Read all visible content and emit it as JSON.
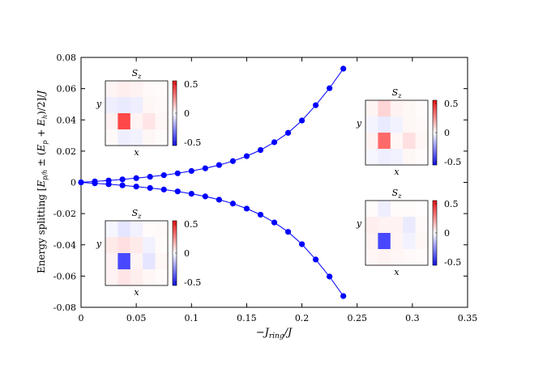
{
  "chart_data": {
    "type": "scatter",
    "xlabel": "−J_ring/J",
    "ylabel": "Energy splitting [E_p/h ± (E_p + E_h)/2]/J",
    "xlim": [
      0,
      0.35
    ],
    "ylim": [
      -0.08,
      0.08
    ],
    "xticks": [
      0,
      0.05,
      0.1,
      0.15,
      0.2,
      0.25,
      0.3,
      0.35
    ],
    "xtick_labels": [
      "0",
      "0.05",
      "0.1",
      "0.15",
      "0.2",
      "0.25",
      "0.3",
      "0.35"
    ],
    "yticks": [
      -0.08,
      -0.06,
      -0.04,
      -0.02,
      0,
      0.02,
      0.04,
      0.06,
      0.08
    ],
    "ytick_labels": [
      "-0.08",
      "-0.06",
      "-0.04",
      "-0.02",
      "0",
      "0.02",
      "0.04",
      "0.06",
      "0.08"
    ],
    "grid": false,
    "series_color": "#0000ff",
    "series": [
      {
        "x": [
          0,
          0.0125,
          0.025,
          0.0375,
          0.05,
          0.0625,
          0.075,
          0.0875,
          0.1,
          0.1125,
          0.125,
          0.1375,
          0.15,
          0.1625,
          0.175,
          0.1875,
          0.2,
          0.2125,
          0.225,
          0.2375
        ],
        "values": [
          0,
          0.0006,
          0.0012,
          0.0019,
          0.0027,
          0.0036,
          0.0046,
          0.0058,
          0.0073,
          0.009,
          0.0111,
          0.0136,
          0.0168,
          0.0207,
          0.0257,
          0.0317,
          0.0396,
          0.0494,
          0.0603,
          0.0728
        ]
      },
      {
        "x": [
          0,
          0.0125,
          0.025,
          0.0375,
          0.05,
          0.0625,
          0.075,
          0.0875,
          0.1,
          0.1125,
          0.125,
          0.1375,
          0.15,
          0.1625,
          0.175,
          0.1875,
          0.2,
          0.2125,
          0.225,
          0.2375
        ],
        "values": [
          0,
          -0.0006,
          -0.0012,
          -0.0019,
          -0.0027,
          -0.0036,
          -0.0046,
          -0.0058,
          -0.0073,
          -0.009,
          -0.0111,
          -0.0136,
          -0.0168,
          -0.0207,
          -0.0257,
          -0.0317,
          -0.0396,
          -0.0494,
          -0.0603,
          -0.0728
        ]
      }
    ],
    "insets": [
      {
        "title": "S_z",
        "xlabel": "x",
        "ylabel": "y",
        "colorbar_ticks": [
          "0.5",
          "0",
          "-0.5"
        ],
        "grid": [
          [
            0.05,
            0.08,
            0.06,
            0.03,
            0.02
          ],
          [
            -0.08,
            -0.1,
            -0.08,
            0.04,
            0.03
          ],
          [
            0.06,
            0.85,
            0.05,
            0.12,
            0.04
          ],
          [
            0.03,
            -0.08,
            -0.06,
            0.04,
            0.02
          ]
        ]
      },
      {
        "title": "S_z",
        "xlabel": "x",
        "ylabel": "y",
        "colorbar_ticks": [
          "0.5",
          "0",
          "-0.5"
        ],
        "grid": [
          [
            0.05,
            0.2,
            0.06,
            0.04,
            0.02
          ],
          [
            -0.05,
            -0.1,
            -0.06,
            0.04,
            0.03
          ],
          [
            0.06,
            0.7,
            0.04,
            0.15,
            0.04
          ],
          [
            -0.04,
            -0.08,
            -0.06,
            0.04,
            0.02
          ]
        ]
      },
      {
        "title": "S_z",
        "xlabel": "x",
        "ylabel": "y",
        "colorbar_ticks": [
          "0.5",
          "0",
          "-0.5"
        ],
        "grid": [
          [
            -0.04,
            -0.12,
            -0.06,
            0.02,
            0.03
          ],
          [
            0.1,
            0.15,
            0.1,
            -0.06,
            0.02
          ],
          [
            0.06,
            -0.85,
            0.05,
            -0.12,
            0.04
          ],
          [
            0.06,
            0.12,
            0.08,
            0.04,
            0.02
          ]
        ]
      },
      {
        "title": "S_z",
        "xlabel": "x",
        "ylabel": "y",
        "colorbar_ticks": [
          "0.5",
          "0",
          "-0.5"
        ],
        "grid": [
          [
            0.02,
            -0.08,
            0.02,
            0.02,
            0.01
          ],
          [
            0.08,
            0.06,
            0.06,
            -0.1,
            0.03
          ],
          [
            0.06,
            -0.85,
            0.05,
            -0.06,
            0.04
          ],
          [
            0.04,
            0.06,
            0.04,
            0.03,
            0.02
          ]
        ]
      }
    ]
  }
}
